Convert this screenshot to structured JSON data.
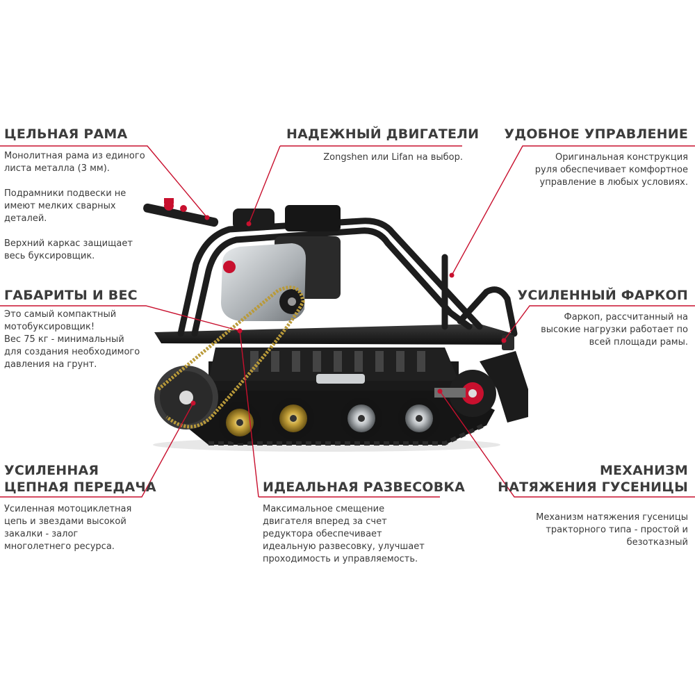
{
  "frame": {
    "title": "ЦЕЛЬНАЯ РАМА",
    "desc": "Монолитная рама из единого\nлиста металла (3 мм).\n\nПодрамники подвески не\nимеют мелких сварных\nдеталей.\n\nВерхний каркас защищает\nвесь буксировщик."
  },
  "engine": {
    "title": "НАДЕЖНЫЙ ДВИГАТЕЛИ",
    "desc": "Zongshen или Lifan на выбор."
  },
  "control": {
    "title": "УДОБНОЕ УПРАВЛЕНИЕ",
    "desc": "Оригинальная конструкция\nруля обеспечивает комфортное\nуправление в любых условиях."
  },
  "dimensions": {
    "title": "ГАБАРИТЫ И ВЕС",
    "desc": "Это самый компактный\nмотобуксировщик!\nВес 75 кг - минимальный\nдля создания необходимого\nдавления на грунт."
  },
  "hitch": {
    "title": "УСИЛЕННЫЙ ФАРКОП",
    "desc": "Фаркоп, рассчитанный на\nвысокие нагрузки работает по\nвсей площади рамы."
  },
  "chain": {
    "title_line1": "УСИЛЕННАЯ",
    "title_line2": "ЦЕПНАЯ ПЕРЕДАЧА",
    "desc": "Усиленная мотоциклетная\nцепь  и звездами высокой\nзакалки - залог\nмноголетнего ресурса."
  },
  "balance": {
    "title": "ИДЕАЛЬНАЯ РАЗВЕСОВКА",
    "desc": "Максимальное смещение\nдвигателя вперед  за счет\nредуктора обеспечивает\nидеальную развесовку, улучшает\nпроходимость и управляемость."
  },
  "tension": {
    "title_line1": "МЕХАНИЗМ",
    "title_line2": "НАТЯЖЕНИЯ ГУСЕНИЦЫ",
    "desc": "Механизм натяжения гусеницы\nтракторного типа - простой и\nбезотказный"
  },
  "colors": {
    "accent": "#c8102e",
    "text": "#3a3a3a",
    "metal": "#1e1e1e"
  }
}
